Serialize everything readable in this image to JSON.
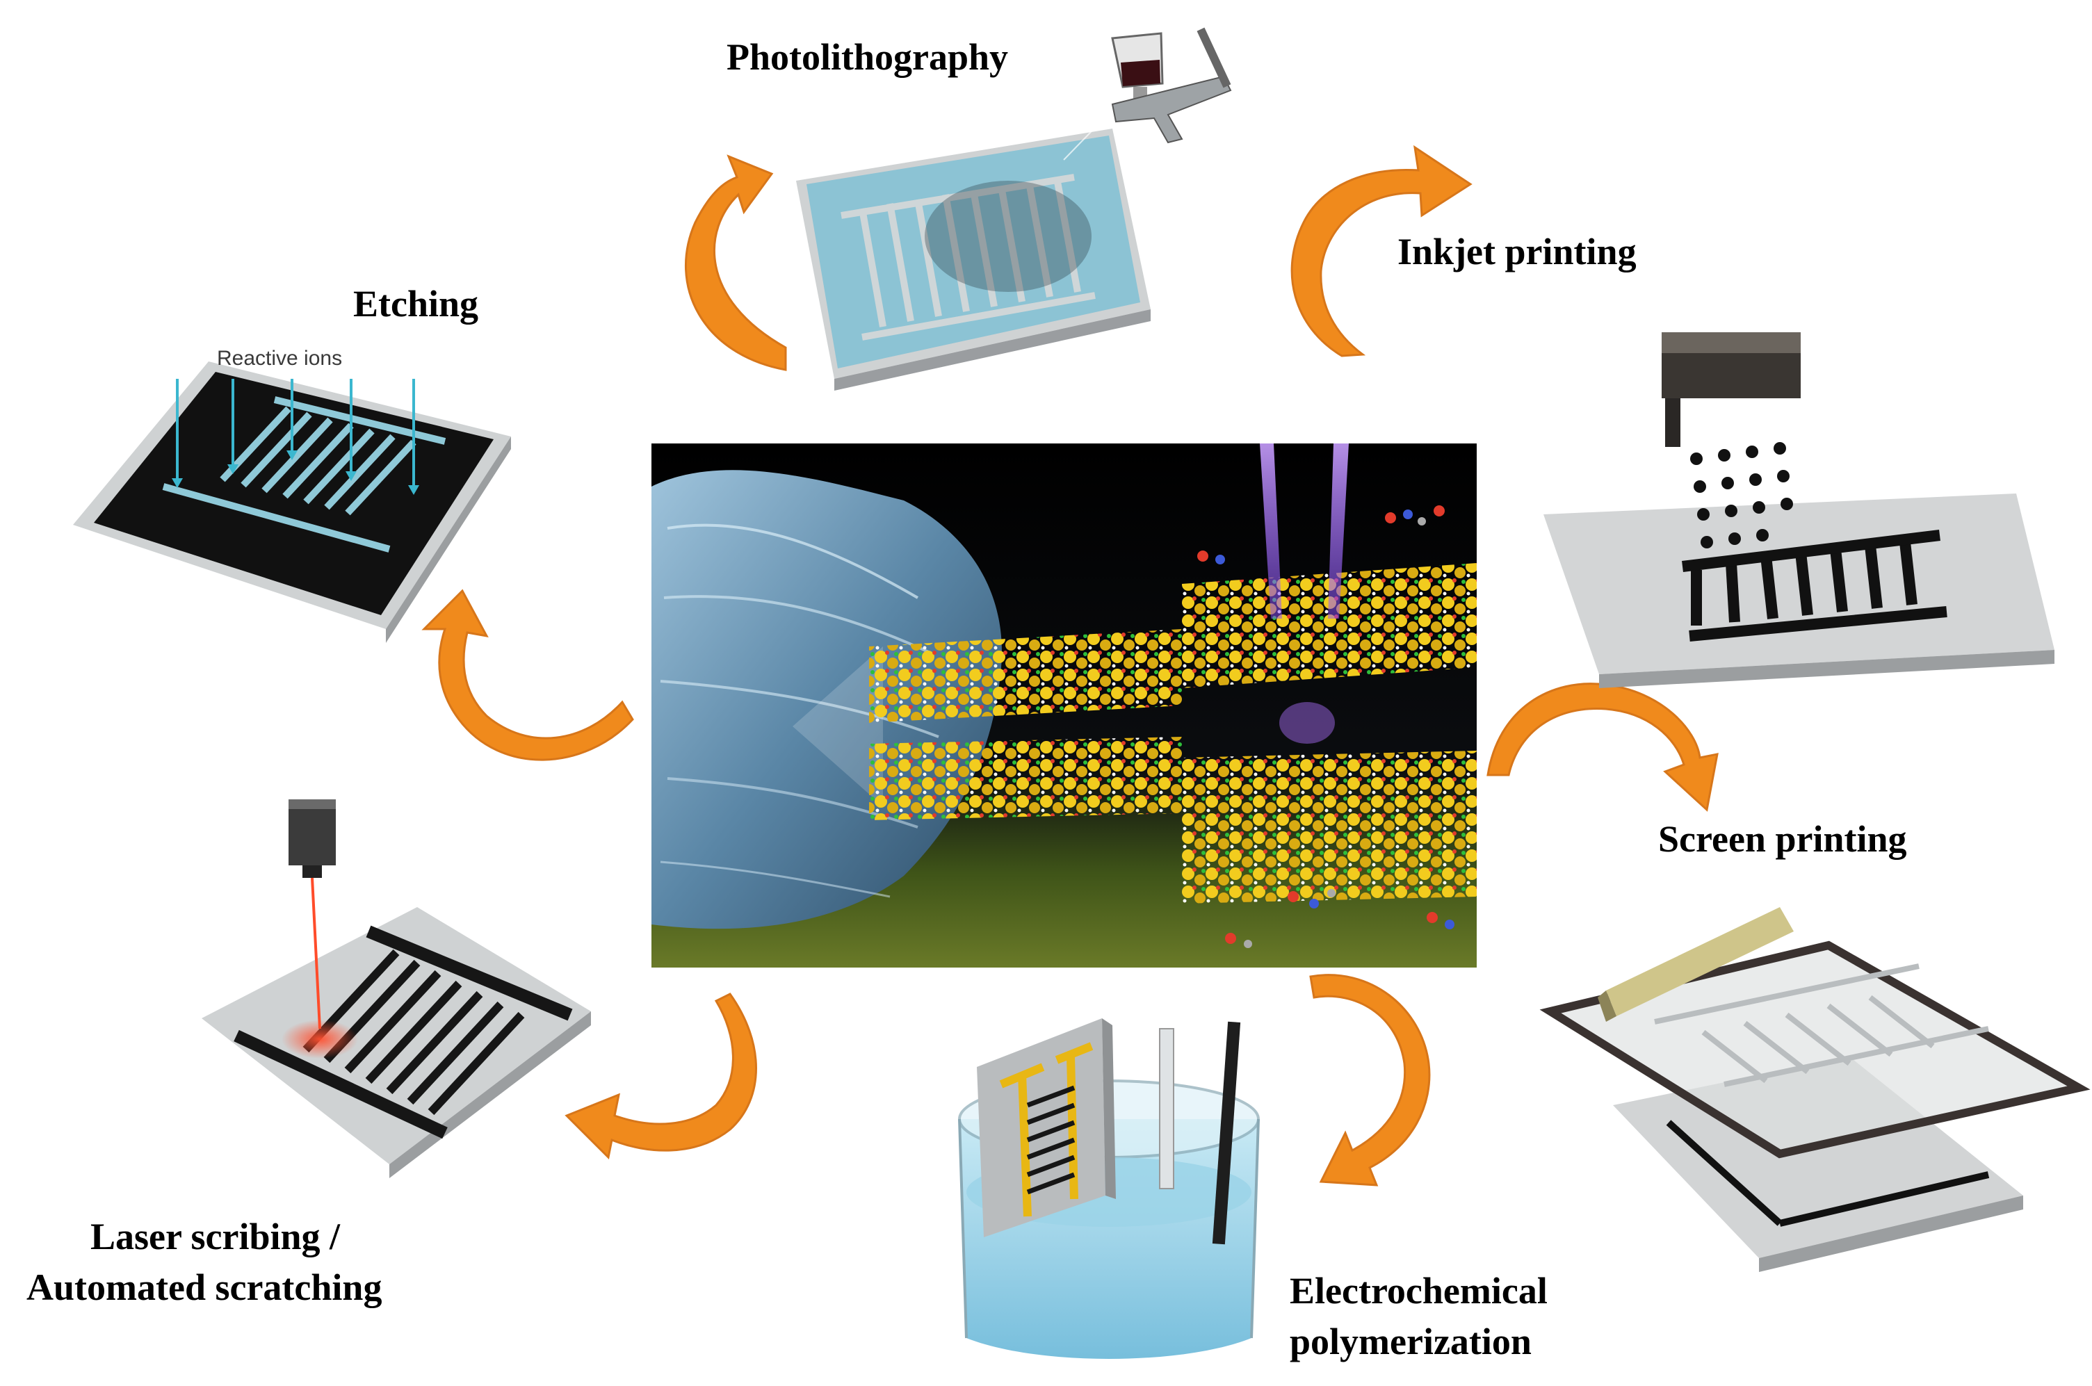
{
  "labels": {
    "photolithography": "Photolithography",
    "inkjet": "Inkjet printing",
    "etching": "Etching",
    "reactive_ions": "Reactive ions",
    "screen": "Screen printing",
    "laser_line1": "Laser scribing /",
    "laser_line2": "Automated scratching",
    "electro_line1": "Electrochemical",
    "electro_line2": "polymerization"
  },
  "colors": {
    "arrow": "#F08A1C",
    "arrow_dark": "#D7761A",
    "substrate": "#C9CBCC",
    "etch_black": "#111111",
    "etch_pattern": "#8FC9D8",
    "photo_blue": "#8CC3D4",
    "electrode_black": "#161616",
    "gold": "#E8B714",
    "water": "#8FD0E8"
  },
  "icons": {
    "center": "2d-material-layers-illustration",
    "photo": "spray-gun-icon",
    "inkjet": "inkjet-head-icon",
    "screen": "squeegee-icon",
    "laser": "laser-head-icon",
    "electro": "beaker-icon"
  }
}
